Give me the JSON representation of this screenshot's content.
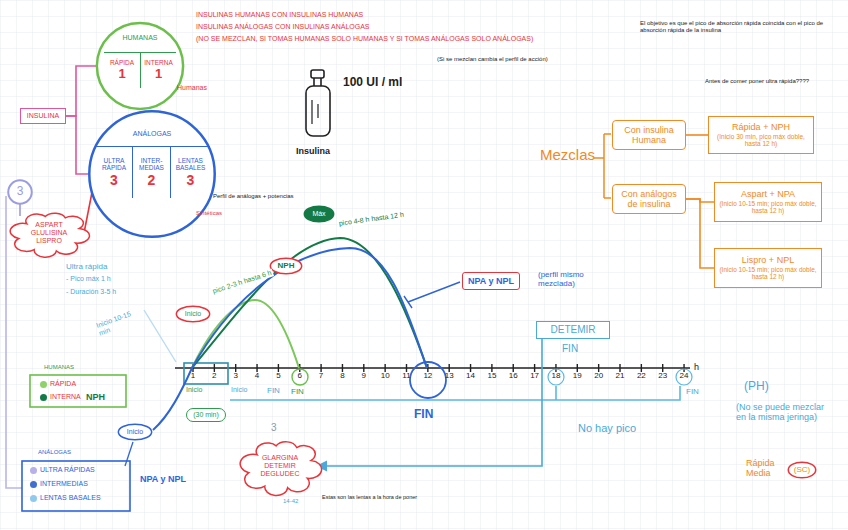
{
  "diagram": {
    "nodes": [
      {
        "text": [
          "INSULINA"
        ]
      },
      {
        "text": [
          "HUMANAS"
        ]
      },
      {
        "text": [
          "RÁPIDA",
          "1"
        ],
        "in": 1
      },
      {
        "text": [
          "INTERNA",
          "1"
        ],
        "in": 1
      },
      {
        "text": [
          "ANÁLOGAS"
        ]
      },
      {
        "text": [
          "ULTRA RÁPIDA",
          "3"
        ],
        "in": 4
      },
      {
        "text": [
          "INTER- MEDIAS",
          "2"
        ],
        "in": 4
      },
      {
        "text": [
          "LENTAS BASALES",
          "3"
        ],
        "in": 4
      },
      {
        "text": [
          "3"
        ]
      },
      {
        "text": [
          "ASPART GLULISINA LISPRO"
        ]
      },
      {
        "text": [
          "Inicio"
        ]
      },
      {
        "text": [
          "NPH"
        ]
      },
      {
        "text": [
          "Máx"
        ]
      },
      {
        "text": [
          "NPA y NPL"
        ]
      },
      {
        "text": [
          "DETEMIR"
        ]
      },
      {
        "text": [
          "GLARGINA DETEMIR DEGLUDEC"
        ]
      },
      {
        "text": [
          "(30 min)"
        ]
      },
      {
        "text": [
          "Inicio"
        ]
      },
      {
        "text": [
          "Con insulina Humana"
        ]
      },
      {
        "text": [
          "Rápida + NPH",
          "(Inicio 30 min, pico máx doble, hasta 12 h)"
        ]
      },
      {
        "text": [
          "Con análogos de insulina"
        ]
      },
      {
        "text": [
          "Aspart + NPA",
          "(Inicio 10-15 min; pico máx doble, hasta 12 h)"
        ]
      },
      {
        "text": [
          "Lispro + NPL",
          "(Inicio 10-15 min; pico máx doble, hasta 12 h)"
        ]
      },
      {
        "text": [
          "(SC)"
        ]
      }
    ],
    "edges": [
      {
        "from": 0,
        "to": 1,
        "arrow": "none"
      },
      {
        "from": 0,
        "to": 4,
        "arrow": "none"
      },
      {
        "from": 8,
        "to": 9,
        "arrow": "none"
      },
      {
        "from": 5,
        "to": 9,
        "arrow": "none"
      },
      {
        "from": 14,
        "to": 15,
        "arrow": "to"
      },
      {
        "from": 18,
        "to": 19,
        "arrow": "none"
      },
      {
        "from": 20,
        "to": 21,
        "arrow": "none"
      },
      {
        "from": 20,
        "to": 22,
        "arrow": "none"
      }
    ],
    "labels": [
      "1",
      "2",
      "3",
      "4",
      "5",
      "6",
      "7",
      "8",
      "9",
      "10",
      "11",
      "12",
      "13",
      "14",
      "15",
      "16",
      "17",
      "18",
      "19",
      "20",
      "21",
      "22",
      "23",
      "24",
      "h",
      "INSULINAS HUMANAS CON INSULINAS HUMANAS",
      "INSULINAS ANÁLOGAS CON INSULINAS ANÁLOGAS",
      "(NO SE MEZCLAN, SI TOMAS HUMANAS SOLO HUMANAS Y SI TOMAS ANÁLOGAS SOLO ANÁLOGAS)",
      "(Si se mezclan cambia el perfil de acción)",
      "El objetivo es que el pico de absorción rápida coincida con el pico de absorción rápida de la insulina",
      "Antes de comer poner ultra rápida????",
      "100 UI / ml",
      "Insulina",
      "Humanas",
      "Perfil de análogas + potencias",
      "Sintéticas",
      "Ultra rápida",
      "- Pico máx 1 h",
      "- Duración 3-5 h",
      "Inicio 10-15 min",
      "Inicio",
      "Inicio",
      "FIN",
      "FIN",
      "FIN",
      "FIN",
      "FIN",
      "pico 2-3 h hasta 6 h",
      "pico 4-8 h hasta 12 h",
      "(perfil mismo mezclada)",
      "No hay pico",
      "(PH)",
      "(No se puede mezclar en la misma jeringa)",
      "Rápida Media",
      "HUMANAS",
      "ANÁLOGAS",
      "NPH",
      "NPA y NPL",
      "3",
      "Estas son las lentas a la hora de poner",
      "14-42",
      "Mezclas"
    ],
    "legend": [
      {
        "text": "RÁPIDA",
        "color": "#8fd16b"
      },
      {
        "text": "INTERNA",
        "color": "#137a45"
      },
      {
        "text": "ULTRA RÁPIDAS",
        "color": "#b7b0ea"
      },
      {
        "text": "INTERMEDIAS",
        "color": "#3f6fd0"
      },
      {
        "text": "LENTAS BASALES",
        "color": "#8fc9ee"
      }
    ]
  }
}
